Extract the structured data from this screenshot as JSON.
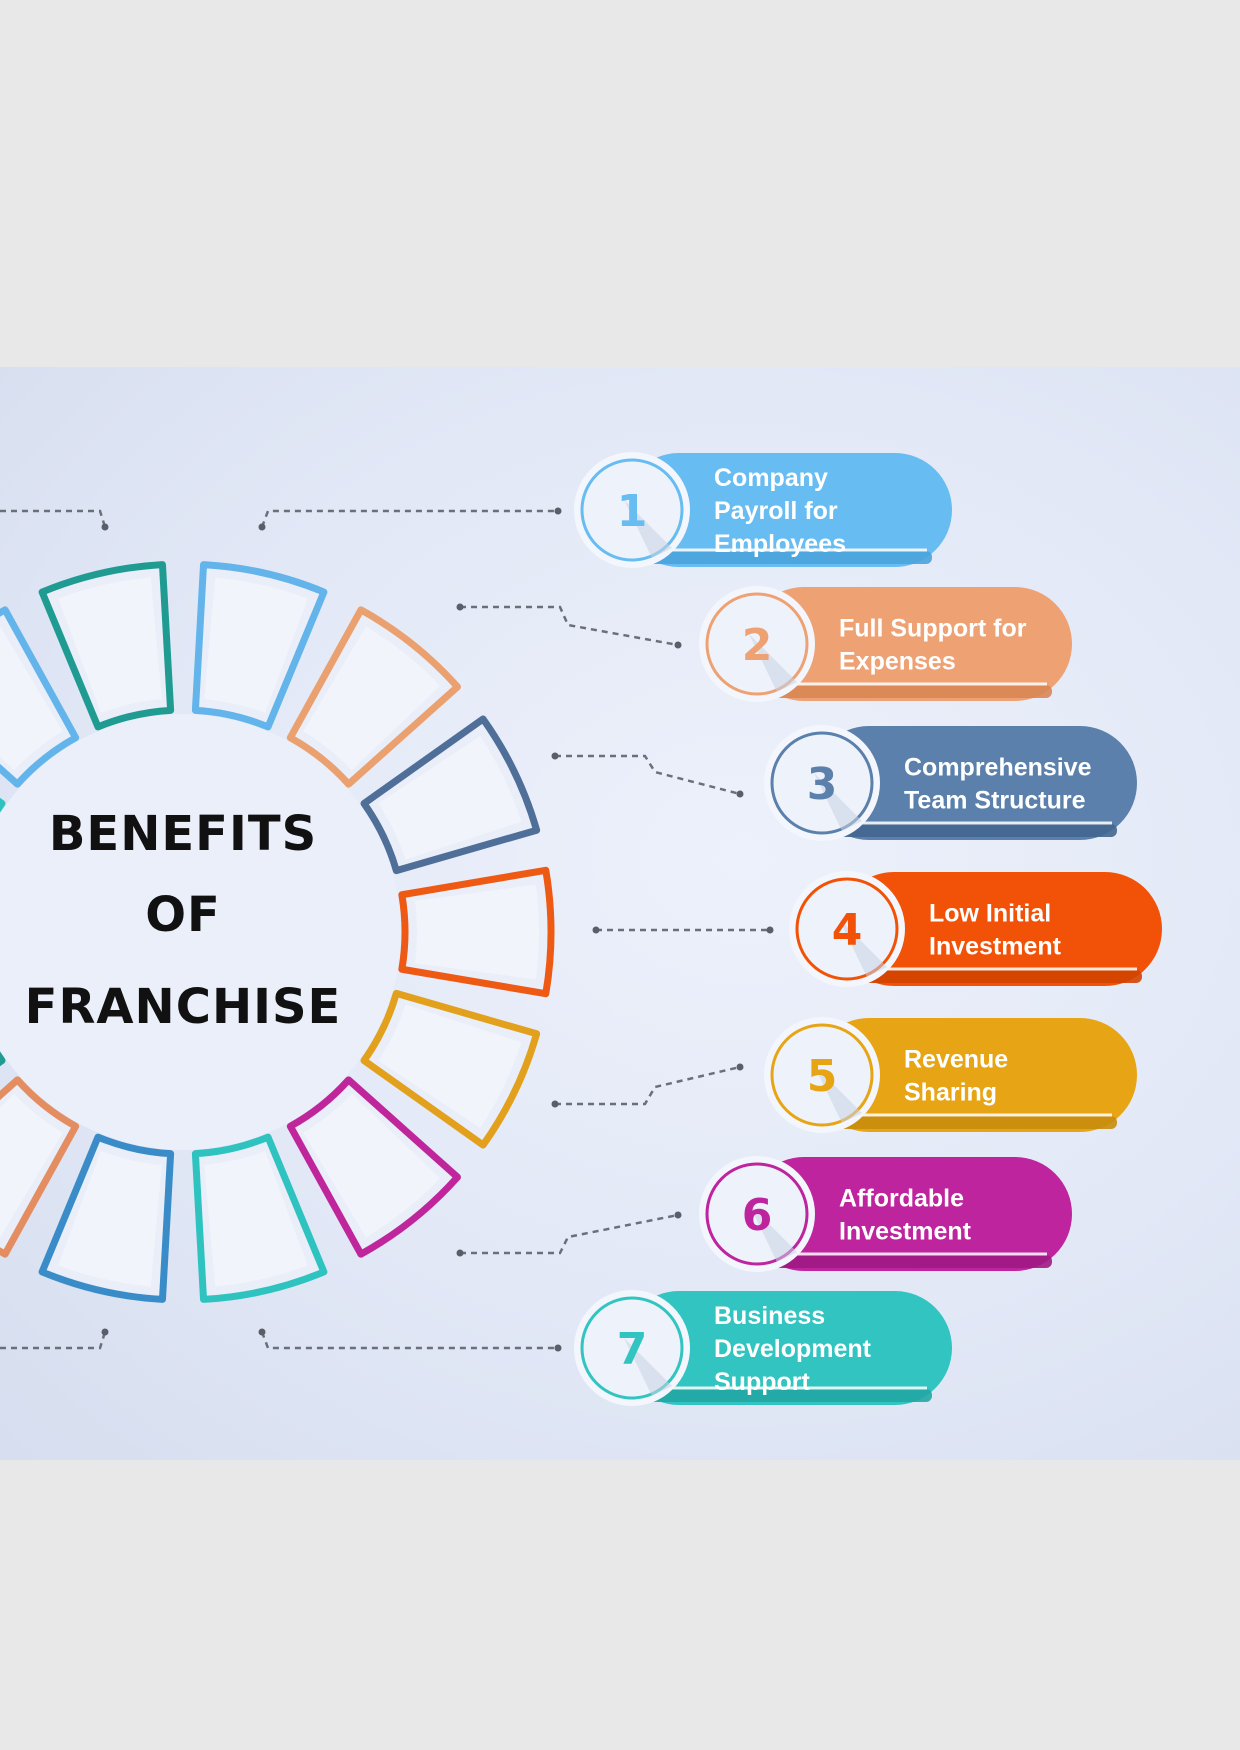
{
  "diagram": {
    "title_lines": [
      "BENEFITS",
      "OF",
      "FRANCHISE"
    ],
    "items": [
      {
        "number": "1",
        "lines": [
          "Company",
          "Payroll for",
          "Employees"
        ],
        "color": "#67bcf1",
        "dark": "#4aa3dc"
      },
      {
        "number": "2",
        "lines": [
          "Full Support for",
          "Expenses"
        ],
        "color": "#eea274",
        "dark": "#d98655"
      },
      {
        "number": "3",
        "lines": [
          "Comprehensive",
          "Team Structure"
        ],
        "color": "#5a80ab",
        "dark": "#446690"
      },
      {
        "number": "4",
        "lines": [
          "Low Initial",
          "Investment"
        ],
        "color": "#f25207",
        "dark": "#d24400"
      },
      {
        "number": "5",
        "lines": [
          "Revenue",
          "Sharing"
        ],
        "color": "#e7a516",
        "dark": "#c88c0c"
      },
      {
        "number": "6",
        "lines": [
          "Affordable",
          "Investment"
        ],
        "color": "#be249d",
        "dark": "#9e1a83"
      },
      {
        "number": "7",
        "lines": [
          "Business",
          "Development",
          "Support"
        ],
        "color": "#31c4c1",
        "dark": "#22a7a4"
      }
    ],
    "ring_segment_colors": [
      "#62b4ea",
      "#eaa06f",
      "#4f6f99",
      "#ee5a14",
      "#e2a01d",
      "#c0269c",
      "#2fc3c0",
      "#3a8cc8",
      "#e48d60",
      "#1f9b92",
      "#c0269c",
      "#2fc3c0",
      "#62b4ea",
      "#1f9b92"
    ]
  }
}
